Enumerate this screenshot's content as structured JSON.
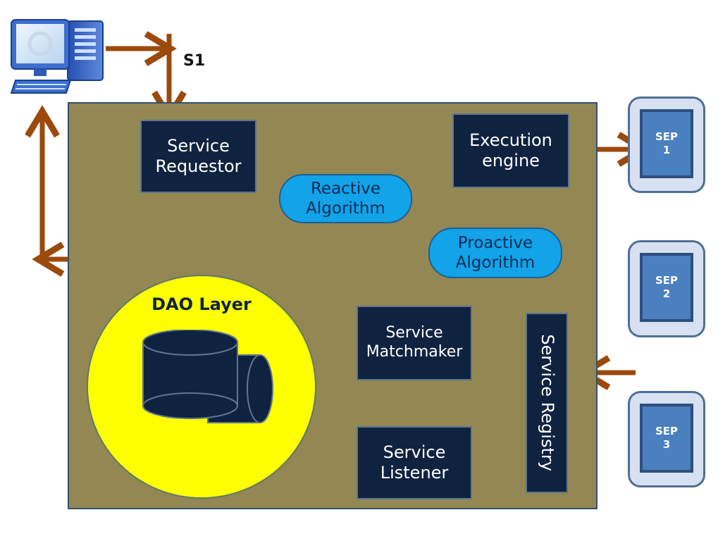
{
  "labels": {
    "s1": "S1",
    "service_requestor": "Service\nRequestor",
    "execution_engine": "Execution\nengine",
    "reactive_algorithm": "Reactive\nAlgorithm",
    "proactive_algorithm": "Proactive\nAlgorithm",
    "dao_layer": "DAO Layer",
    "service_matchmaker": "Service\nMatchmaker",
    "service_listener": "Service\nListener",
    "service_registry": "Service Registry"
  },
  "sep": [
    {
      "label": "SEP\n1"
    },
    {
      "label": "SEP\n2"
    },
    {
      "label": "SEP\n3"
    }
  ],
  "icons": {
    "computer": "desktop-computer-icon",
    "database": "database-cylinders-icon"
  },
  "colors": {
    "panel": "#938753",
    "box": "#0f2340",
    "pill": "#12a3e8",
    "arrow": "#9b4a0c",
    "dao": "#ffff00",
    "sep": "#4a7fc0"
  }
}
